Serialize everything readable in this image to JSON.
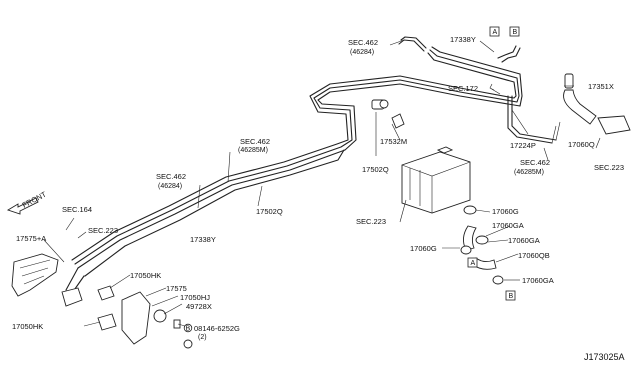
{
  "labels": {
    "sec462_top": "SEC.462",
    "sec462_top_sub": "(46284)",
    "p17338y_top": "17338Y",
    "sec172": "SEC.172",
    "p17351x": "17351X",
    "p17532m": "17532M",
    "p17502q_mid": "17502Q",
    "p17224p": "17224P",
    "p17060q": "17060Q",
    "sec462_right": "SEC.462",
    "sec462_right_sub": "(46285M)",
    "sec223_right": "SEC.223",
    "sec462_mid": "SEC.462",
    "sec462_mid_sub": "(46285M)",
    "sec462_left": "SEC.462",
    "sec462_left_sub": "(46284)",
    "p17502q_low": "17502Q",
    "p17338y_low": "17338Y",
    "front": "FRONT",
    "sec164": "SEC.164",
    "sec223_left": "SEC.223",
    "p17575a": "17575+A",
    "sec223_canister": "SEC.223",
    "p17060g_1": "17060G",
    "p17060ga_1": "17060GA",
    "p17060ga_2": "17060GA",
    "p17060g_2": "17060G",
    "p17060qb": "17060QB",
    "p17060ga_3": "17060GA",
    "p17050hk_1": "17050HK",
    "p17575": "17575",
    "p17050hj": "17050HJ",
    "p49728x": "49728X",
    "p17050hk_2": "17050HK",
    "bolt": "08146-6252G",
    "bolt_qty": "(2)",
    "bolt_mark": "B",
    "ref_a": "A",
    "ref_b": "B",
    "diagram_id": "J173025A"
  }
}
